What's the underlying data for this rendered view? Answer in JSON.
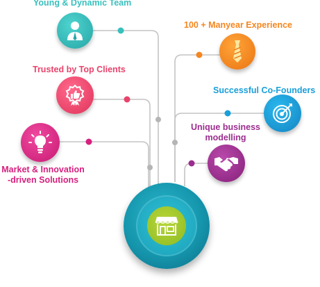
{
  "features": [
    {
      "id": "team",
      "label": "Young & Dynamic Team",
      "color": "#38c0bd",
      "icon": "person-icon"
    },
    {
      "id": "experience",
      "label": "100 + Manyear Experience",
      "color": "#f5861f",
      "icon": "necktie-icon"
    },
    {
      "id": "clients",
      "label": "Trusted by Top Clients",
      "color": "#e8436b",
      "icon": "award-thumbs-up-icon"
    },
    {
      "id": "cofounders",
      "label": "Successful Co-Founders",
      "color": "#1a9fd9",
      "icon": "target-icon"
    },
    {
      "id": "business",
      "label_line1": "Unique business",
      "label_line2": "modelling",
      "color": "#9b2d8f",
      "icon": "handshake-icon"
    },
    {
      "id": "innovation",
      "label_line1": "Market & Innovation",
      "label_line2": "-driven Solutions",
      "color": "#d6207f",
      "icon": "lightbulb-icon"
    }
  ],
  "hub": {
    "icon": "storefront-icon"
  },
  "colors": {
    "line": "#c4c4c4",
    "hub_dot": "#b5b5b5"
  }
}
